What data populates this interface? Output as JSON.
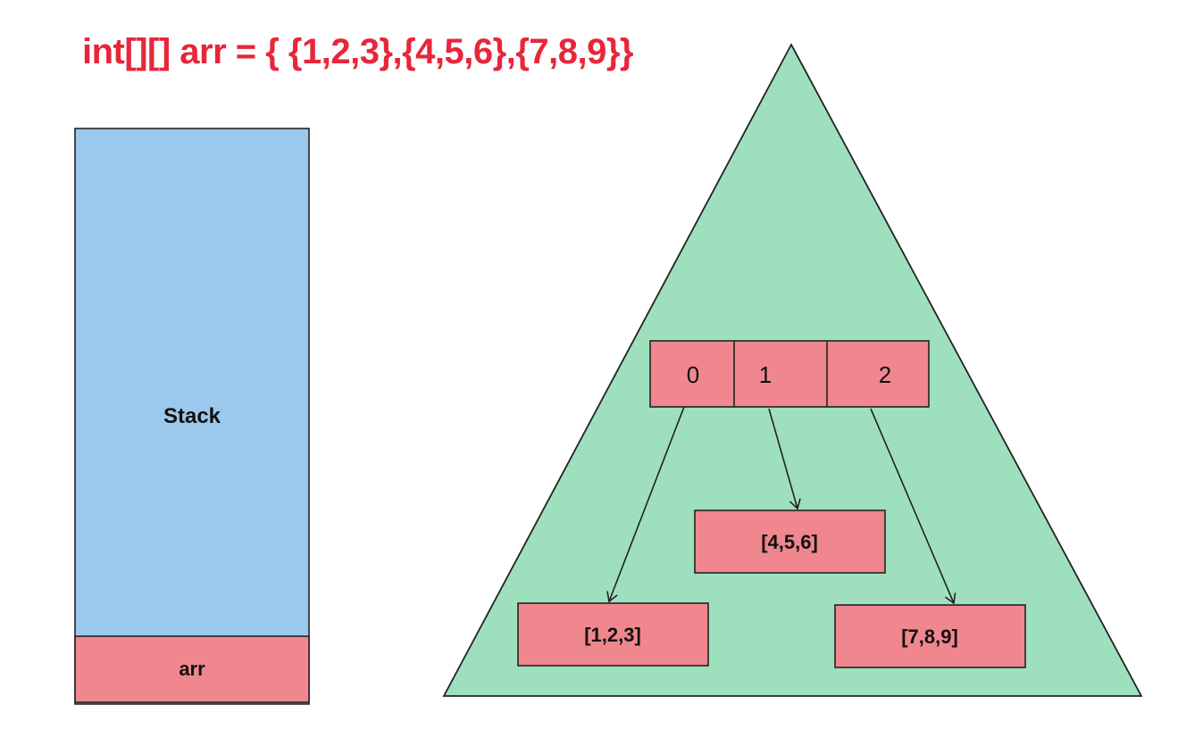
{
  "code": "int[][] arr = { {1,2,3},{4,5,6},{7,8,9}}",
  "stack": {
    "label": "Stack",
    "variable": "arr"
  },
  "heap": {
    "indices": [
      "0",
      "1",
      "2"
    ],
    "rows": [
      "[1,2,3]",
      "[4,5,6]",
      "[7,8,9]"
    ]
  },
  "colors": {
    "code_text": "#e8263a",
    "stack_fill": "#9bc9ee",
    "cell_fill": "#f0878e",
    "heap_fill": "#9ee0be",
    "outline": "#222222"
  }
}
